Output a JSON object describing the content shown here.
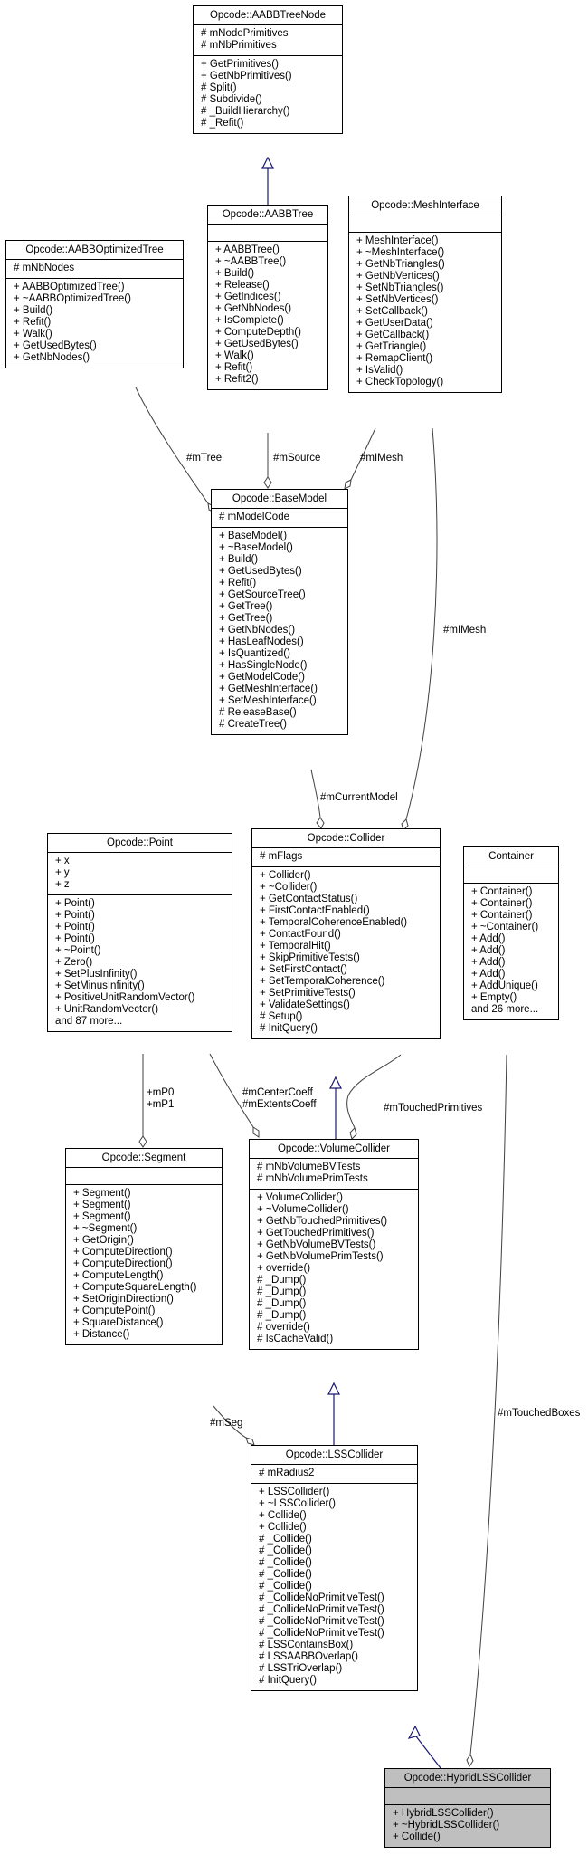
{
  "classes": {
    "aabbtreenode": {
      "name": "Opcode::AABBTreeNode",
      "attrs": [
        "# mNodePrimitives",
        "# mNbPrimitives"
      ],
      "methods": [
        "+ GetPrimitives()",
        "+ GetNbPrimitives()",
        "# Split()",
        "# Subdivide()",
        "# _BuildHierarchy()",
        "# _Refit()"
      ]
    },
    "aabbtree": {
      "name": "Opcode::AABBTree",
      "attrs": [],
      "methods": [
        "+ AABBTree()",
        "+ ~AABBTree()",
        "+ Build()",
        "+ Release()",
        "+ GetIndices()",
        "+ GetNbNodes()",
        "+ IsComplete()",
        "+ ComputeDepth()",
        "+ GetUsedBytes()",
        "+ Walk()",
        "+ Refit()",
        "+ Refit2()"
      ]
    },
    "meshinterface": {
      "name": "Opcode::MeshInterface",
      "attrs": [],
      "methods": [
        "+ MeshInterface()",
        "+ ~MeshInterface()",
        "+ GetNbTriangles()",
        "+ GetNbVertices()",
        "+ SetNbTriangles()",
        "+ SetNbVertices()",
        "+ SetCallback()",
        "+ GetUserData()",
        "+ GetCallback()",
        "+ GetTriangle()",
        "+ RemapClient()",
        "+ IsValid()",
        "+ CheckTopology()"
      ]
    },
    "aabboptimizedtree": {
      "name": "Opcode::AABBOptimizedTree",
      "attrs": [
        "# mNbNodes"
      ],
      "methods": [
        "+ AABBOptimizedTree()",
        "+ ~AABBOptimizedTree()",
        "+ Build()",
        "+ Refit()",
        "+ Walk()",
        "+ GetUsedBytes()",
        "+ GetNbNodes()"
      ]
    },
    "basemodel": {
      "name": "Opcode::BaseModel",
      "attrs": [
        "# mModelCode"
      ],
      "methods": [
        "+ BaseModel()",
        "+ ~BaseModel()",
        "+ Build()",
        "+ GetUsedBytes()",
        "+ Refit()",
        "+ GetSourceTree()",
        "+ GetTree()",
        "+ GetTree()",
        "+ GetNbNodes()",
        "+ HasLeafNodes()",
        "+ IsQuantized()",
        "+ HasSingleNode()",
        "+ GetModelCode()",
        "+ GetMeshInterface()",
        "+ SetMeshInterface()",
        "# ReleaseBase()",
        "# CreateTree()"
      ]
    },
    "point": {
      "name": "Opcode::Point",
      "attrs": [
        "+ x",
        "+ y",
        "+ z"
      ],
      "methods": [
        "+ Point()",
        "+ Point()",
        "+ Point()",
        "+ Point()",
        "+ ~Point()",
        "+ Zero()",
        "+ SetPlusInfinity()",
        "+ SetMinusInfinity()",
        "+ PositiveUnitRandomVector()",
        "+ UnitRandomVector()",
        "and 87 more..."
      ]
    },
    "collider": {
      "name": "Opcode::Collider",
      "attrs": [
        "# mFlags"
      ],
      "methods": [
        "+ Collider()",
        "+ ~Collider()",
        "+ GetContactStatus()",
        "+ FirstContactEnabled()",
        "+ TemporalCoherenceEnabled()",
        "+ ContactFound()",
        "+ TemporalHit()",
        "+ SkipPrimitiveTests()",
        "+ SetFirstContact()",
        "+ SetTemporalCoherence()",
        "+ SetPrimitiveTests()",
        "+ ValidateSettings()",
        "# Setup()",
        "# InitQuery()"
      ]
    },
    "container": {
      "name": "Container",
      "attrs": [],
      "methods": [
        "+ Container()",
        "+ Container()",
        "+ Container()",
        "+ ~Container()",
        "+ Add()",
        "+ Add()",
        "+ Add()",
        "+ Add()",
        "+ AddUnique()",
        "+ Empty()",
        "and 26 more..."
      ]
    },
    "segment": {
      "name": "Opcode::Segment",
      "attrs": [],
      "methods": [
        "+ Segment()",
        "+ Segment()",
        "+ Segment()",
        "+ ~Segment()",
        "+ GetOrigin()",
        "+ ComputeDirection()",
        "+ ComputeDirection()",
        "+ ComputeLength()",
        "+ ComputeSquareLength()",
        "+ SetOriginDirection()",
        "+ ComputePoint()",
        "+ SquareDistance()",
        "+ Distance()"
      ]
    },
    "volumecollider": {
      "name": "Opcode::VolumeCollider",
      "attrs": [
        "# mNbVolumeBVTests",
        "# mNbVolumePrimTests"
      ],
      "methods": [
        "+ VolumeCollider()",
        "+ ~VolumeCollider()",
        "+ GetNbTouchedPrimitives()",
        "+ GetTouchedPrimitives()",
        "+ GetNbVolumeBVTests()",
        "+ GetNbVolumePrimTests()",
        "+ override()",
        "# _Dump()",
        "# _Dump()",
        "# _Dump()",
        "# _Dump()",
        "# override()",
        "# IsCacheValid()"
      ]
    },
    "lsscollider": {
      "name": "Opcode::LSSCollider",
      "attrs": [
        "# mRadius2"
      ],
      "methods": [
        "+ LSSCollider()",
        "+ ~LSSCollider()",
        "+ Collide()",
        "+ Collide()",
        "# _Collide()",
        "# _Collide()",
        "# _Collide()",
        "# _Collide()",
        "# _Collide()",
        "# _CollideNoPrimitiveTest()",
        "# _CollideNoPrimitiveTest()",
        "# _CollideNoPrimitiveTest()",
        "# _CollideNoPrimitiveTest()",
        "# LSSContainsBox()",
        "# LSSAABBOverlap()",
        "# LSSTriOverlap()",
        "# InitQuery()"
      ]
    },
    "hybridlsscollider": {
      "name": "Opcode::HybridLSSCollider",
      "attrs": [],
      "methods": [
        "+ HybridLSSCollider()",
        "+ ~HybridLSSCollider()",
        "+ Collide()"
      ]
    }
  },
  "edge_labels": {
    "mtree": "#mTree",
    "msource": "#mSource",
    "mimesh1": "#mIMesh",
    "mimesh2": "#mIMesh",
    "mcurrentmodel": "#mCurrentModel",
    "mp0p1": "+mP0\n+mP1",
    "mcenterextents": "#mCenterCoeff\n#mExtentsCoeff",
    "mtouchedprimitives": "#mTouchedPrimitives",
    "mseg": "#mSeg",
    "mtouchedboxes": "#mTouchedBoxes"
  },
  "colors": {
    "inheritance": "#191970",
    "usage": "#404040",
    "highlight": "#bfbfbf"
  }
}
